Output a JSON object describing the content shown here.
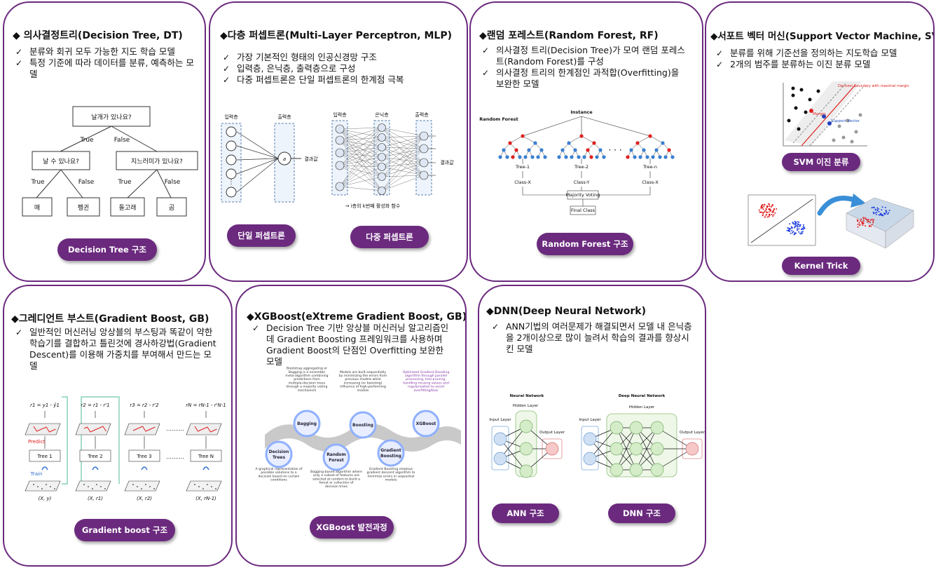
{
  "cards": {
    "dt": {
      "title": "◆ 의사결정트리(Decision Tree, DT)",
      "bullets": [
        "분류와 회귀 모두 가능한 지도 학습 모델",
        "특정 기준에 따라 데이터를 분류, 예측하는 모델"
      ],
      "button": "Decision Tree 구조",
      "diagram": {
        "root": "날개가 있나요?",
        "yes": "True",
        "no": "False",
        "left": "날 수 있나요?",
        "right": "지느러미가 있나요?",
        "leaves": [
          "매",
          "펭귄",
          "돌고래",
          "곰"
        ]
      }
    },
    "mlp": {
      "title": "◆다층 퍼셉트론(Multi-Layer Perceptron, MLP)",
      "bullets": [
        "가장 기본적인 형태의 인공신경망 구조",
        "입력층, 은닉층, 출력층으로 구성",
        "다중 퍼셉트론은 단일 퍼셉트론의 한계점 극복"
      ],
      "button_single": "단일 퍼셉트론",
      "button_multi": "다중 퍼셉트론",
      "diagram": {
        "input": "입력층",
        "output": "출력층",
        "hidden": "은닉층",
        "result": "결과값",
        "note": "→ i층의 k번째 활성화 함수"
      }
    },
    "rf": {
      "title": "◆랜덤 포레스트(Random Forest, RF)",
      "bullets": [
        "의사결정 트리(Decision Tree)가 모여 랜덤 포레스트(Random Forest)를 구성",
        "의사결정 트리의 한계점인 과적합(Overfitting)을 보완한 모델"
      ],
      "button": "Random Forest 구조",
      "diagram": {
        "label": "Random Forest",
        "instance": "Instance",
        "trees": [
          "Tree-1",
          "Tree-2",
          "Tree-n"
        ],
        "classes": [
          "Class-X",
          "Class-Y",
          "Class-X"
        ],
        "voting": "Majority Voting",
        "final": "Final Class"
      }
    },
    "svm": {
      "title": "◆서포트 벡터 머신(Support Vector Machine, SVM)",
      "bullets": [
        "분류를 위해 기준선을 정의하는 지도학습 모델",
        "2개의 범주를 분류하는 이진 분류 모델"
      ],
      "button_binary": "SVM  이진 분류",
      "button_kernel": "Kernel Trick",
      "diagram": {
        "boundary": "Decision Boundary with maximal margin",
        "margin": "Margin",
        "sv": "Support Vector"
      }
    },
    "gb": {
      "title": "◆그레디언트 부스트(Gradient Boost, GB)",
      "bullets": [
        "일반적인 머신러닝 앙상블의 부스팅과 똑같이 약한 학습기를 결합하고 틀린것에 경사하강법(Gradient Descent)를 이용해 가중치를 부여해서 만드는 모델"
      ],
      "button": "Gradient boost 구조",
      "diagram": {
        "trees": [
          "Tree 1",
          "Tree 2",
          "Tree 3",
          "Tree N"
        ],
        "predict": "Predict",
        "train": "Train",
        "inputs": [
          "(X, y)",
          "(X, r1)",
          "(X, r2)",
          "(X, rN-1)"
        ],
        "tops": [
          "r1 = y1 - ŷ1",
          "r2 = r1 - r'1",
          "r3 = r2 - r'2",
          "rN = rN-1 - r'N-1"
        ]
      }
    },
    "xgb": {
      "title": "◆XGBoost(eXtreme Gradient Boost, GB)",
      "bullets": [
        "Decision Tree 기반 앙상블 머신러닝 알고리즘인데 Gradient Boosting 프레임워크를 사용하며 Gradient Boost의 단점인 Overfitting 보완한 모델"
      ],
      "button": "XGBoost 발전과정",
      "diagram": {
        "stages": [
          "Decision Trees",
          "Bagging",
          "Random Forest",
          "Boosting",
          "Gradient Boosting",
          "XGBoost"
        ],
        "notes": [
          "A graphical representation of possible solutions to a decision based on certain conditions",
          "Bootstrap aggregating or Bagging is a ensemble meta-algorithm combining predictions from multiple-decision trees through a majority voting mechanism",
          "Bagging-based algorithm where only a subset of features are selected at random to build a forest or collection of decision trees",
          "Models are built sequentially by minimizing the errors from previous models while increasing (or boosting) influence of high-performing models",
          "Gradient Boosting employs gradient descent algorithm to minimize errors in sequential models",
          "Optimized Gradient Boosting algorithm through parallel processing, tree-pruning, handling missing values and regularization to avoid overfitting/bias"
        ]
      }
    },
    "dnn": {
      "title": "◆DNN(Deep Neural Network)",
      "bullets": [
        "ANN기법의 여러문제가 해결되면서 모델 내 은닉층을 2개이상으로 많이 늘려서 학습의 결과를 향상시킨 모델"
      ],
      "button_ann": "ANN 구조",
      "button_dnn": "DNN 구조",
      "diagram": {
        "nn": "Neural Network",
        "dnn": "Deep Neural Network",
        "input": "Input Layer",
        "hidden": "Hidden Layer",
        "output": "Output Layer"
      }
    }
  },
  "colors": {
    "accent": "#6b2a7e",
    "red": "#e02020",
    "blue": "#3a7fd0"
  }
}
